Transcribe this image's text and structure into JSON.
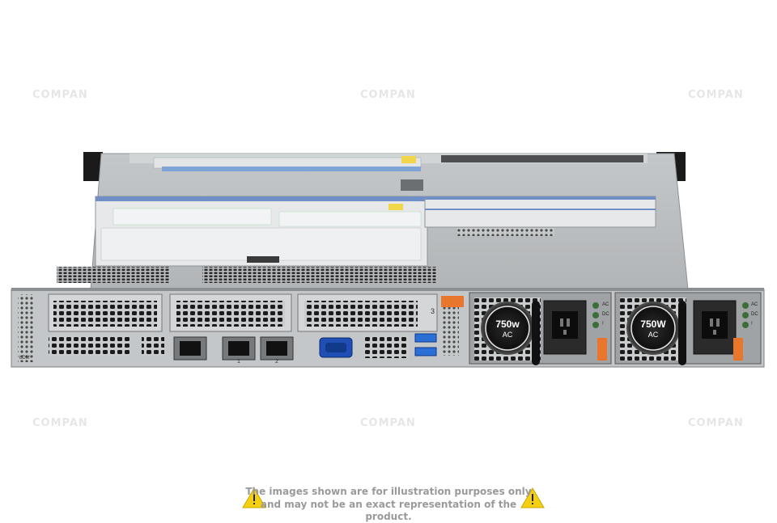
{
  "product": {
    "psu_label_1": "750w",
    "psu_label_2": "750W",
    "psu_sub": "AC",
    "bay_number": "3",
    "port_label_1": "1",
    "port_label_2": "2",
    "ldm_label": "LDM",
    "psu_led_labels": [
      "AC",
      "DC",
      "!"
    ]
  },
  "watermark": {
    "text": "COMPAN"
  },
  "disclaimer": {
    "line1": "The images shown are for illustration purposes only",
    "line2": "and may not be an exact representation of the product."
  },
  "colors": {
    "background": "#ffffff",
    "chassis": "#b9bcbe",
    "orange": "#e8762c",
    "vga": "#1f4fb5",
    "usb": "#2a6fd6"
  }
}
